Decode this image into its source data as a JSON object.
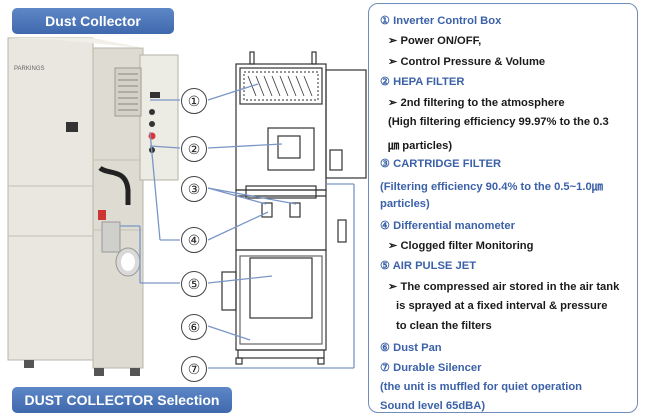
{
  "header": {
    "title": "Dust  Collector"
  },
  "footer": {
    "selection_label": "DUST COLLECTOR Selection"
  },
  "photo": {
    "nameplate": "PARKINGS"
  },
  "callouts": [
    "①",
    "②",
    "③",
    "④",
    "⑤",
    "⑥",
    "⑦"
  ],
  "description_lines": [
    "①  Inverter Control Box",
    "➢  Power ON/OFF,",
    "➢  Control Pressure & Volume",
    "②  HEPA FILTER",
    "➢  2nd filtering to the   atmosphere",
    "(High filtering efficiency 99.97% to the 0.3",
    "㎛ particles)",
    "③  CARTRIDGE FILTER",
    "(Filtering efficiency 90.4% to the 0.5~1.0㎛",
    "particles)",
    "④  Differential manometer",
    "➢  Clogged filter Monitoring",
    "⑤  AIR PULSE JET",
    "➢  The compressed air stored in the air tank",
    "is sprayed at a fixed interval & pressure",
    "to clean the filters",
    "⑥  Dust Pan",
    "⑦  Durable Silencer",
    "(the unit is muffled for quiet operation",
    "Sound level 65dBA)"
  ],
  "colors": {
    "badge": "#4a74b8",
    "accent_text": "#3b61a8",
    "panel_border": "#6f8cba",
    "cabinet": "#e8e6de"
  }
}
